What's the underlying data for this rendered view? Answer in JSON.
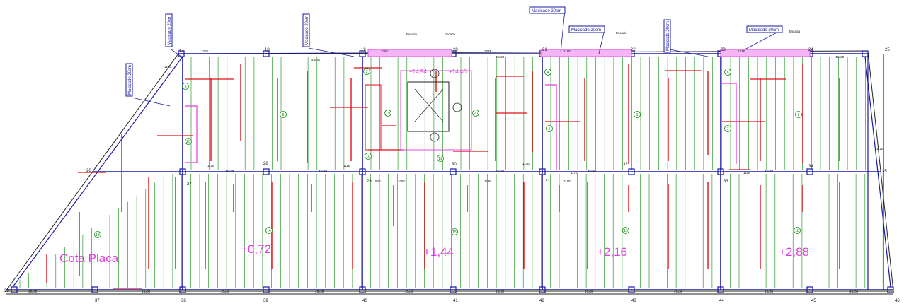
{
  "labels": {
    "macicado": "Macicado 20cm",
    "escada": "Escada"
  },
  "cotas": [
    {
      "text": "Cota  Placa"
    },
    {
      "text": "+0,72"
    },
    {
      "text": "+1,44"
    },
    {
      "text": "+2,16"
    },
    {
      "text": "+2,88"
    },
    {
      "text": "+14,94"
    },
    {
      "text": "+14,46"
    }
  ],
  "nodes_top": [
    "17",
    "18",
    "19",
    "20",
    "21",
    "22",
    "23",
    "24",
    "25"
  ],
  "nodes_mid": [
    "26",
    "27",
    "28",
    "29",
    "30",
    "31",
    "32",
    "33",
    "34",
    "35"
  ],
  "nodes_bot": [
    "36",
    "37",
    "38",
    "39",
    "40",
    "41",
    "42",
    "43",
    "44",
    "45",
    "46"
  ],
  "beam_labels": [
    "120E",
    "105E",
    "107E",
    "118E",
    "121E",
    "110E",
    "111E",
    "112E",
    "114E",
    "117E",
    "119E",
    "108E",
    "94E",
    "115E",
    "113E",
    "116E"
  ],
  "slab_ids": [
    "1",
    "2",
    "3",
    "4",
    "5",
    "6",
    "7",
    "8",
    "9",
    "10",
    "11",
    "13",
    "14",
    "15",
    "16",
    "18",
    "19",
    "20",
    "23"
  ],
  "dim_label": "45x30",
  "colors": {
    "beam_blue": "#1a1aa0",
    "rebar_red": "#e0101a",
    "rib_green": "#0a8a0a",
    "magenta": "#e23be2",
    "outline": "#222222"
  }
}
